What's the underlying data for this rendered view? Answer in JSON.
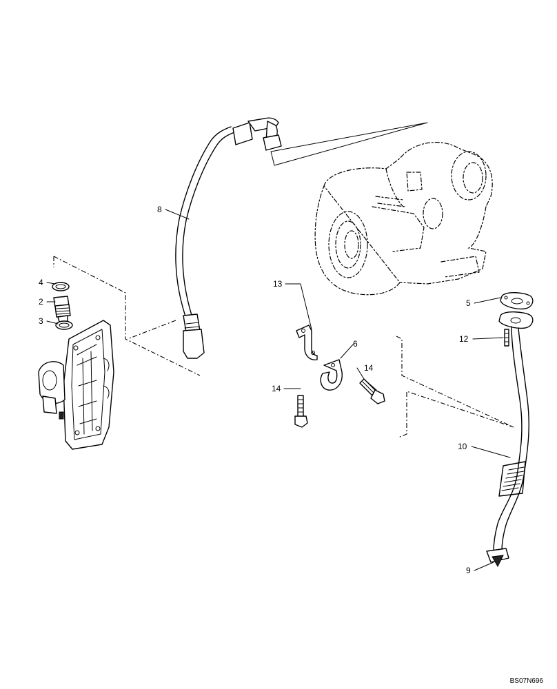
{
  "callouts": {
    "c1": "4",
    "c2": "2",
    "c3": "3",
    "c4": "8",
    "c5": "13",
    "c6": "6",
    "c7": "14",
    "c8": "14",
    "c9": "5",
    "c10": "12",
    "c11": "10",
    "c12": "9"
  },
  "drawing_code": "BS07N696"
}
